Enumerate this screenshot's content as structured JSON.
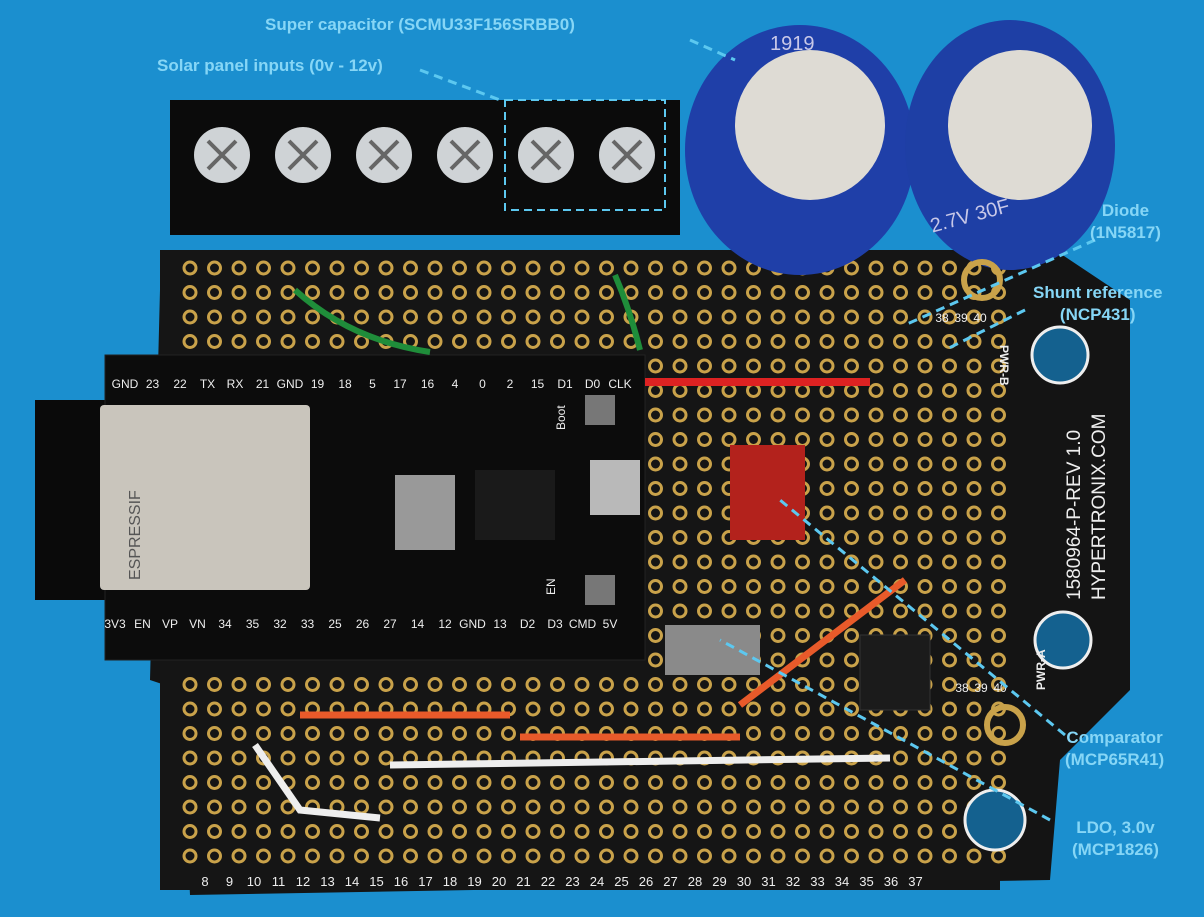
{
  "annotations": {
    "supercap": "Super capacitor (SCMU33F156SRBB0)",
    "solar": "Solar panel inputs (0v - 12v)",
    "diode_title": "Diode",
    "diode_part": "(1N5817)",
    "shunt_title": "Shunt reference",
    "shunt_part": "(NCP431)",
    "comparator_title": "Comparator",
    "comparator_part": "(MCP65R41)",
    "ldo_title": "LDO, 3.0v",
    "ldo_part": "(MCP1826)"
  },
  "board": {
    "revision": "1580964-P-REV 1.0",
    "brand": "HYPERTRONIX.COM",
    "pwr_a": "PWR-A",
    "pwr_b": "PWR-B",
    "cap_text": "2.7V 30F",
    "cap_code": "1919",
    "module_brand": "ESPRESSIF",
    "top_pins": [
      "GND",
      "23",
      "22",
      "TX",
      "RX",
      "21",
      "GND",
      "19",
      "18",
      "5",
      "17",
      "16",
      "4",
      "0",
      "2",
      "15",
      "D1",
      "D0",
      "CLK"
    ],
    "bottom_pins": [
      "3V3",
      "EN",
      "VP",
      "VN",
      "34",
      "35",
      "32",
      "33",
      "25",
      "26",
      "27",
      "14",
      "12",
      "GND",
      "13",
      "D2",
      "D3",
      "CMD",
      "5V"
    ],
    "boot_label": "Boot",
    "en_label": "EN",
    "row_numbers": [
      "8",
      "9",
      "10",
      "11",
      "12",
      "13",
      "14",
      "15",
      "16",
      "17",
      "18",
      "19",
      "20",
      "21",
      "22",
      "23",
      "24",
      "25",
      "26",
      "27",
      "28",
      "29",
      "30",
      "31",
      "32",
      "33",
      "34",
      "35",
      "36",
      "37"
    ],
    "corner_numbers_top": [
      "38",
      "39",
      "40"
    ],
    "corner_numbers_mid": [
      "38",
      "39",
      "40"
    ]
  },
  "colors": {
    "background": "#1b8fcf",
    "pcb": "#111111",
    "annotation": "#86d6f6",
    "pad": "#c9a24a"
  }
}
